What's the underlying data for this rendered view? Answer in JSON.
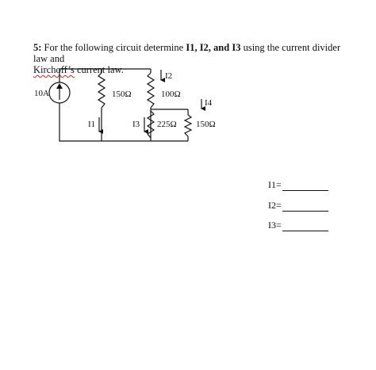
{
  "question": {
    "number": "5:",
    "text_before": " For the following circuit determine ",
    "targets": "I1, I2, and I3",
    "text_middle": " using the current divider law and ",
    "kirchoff_word": "Kirchoff’s",
    "text_after": " current law."
  },
  "circuit": {
    "source_label": "10A",
    "r1_label": "150Ω",
    "r2_label": "100Ω",
    "r3_label": "225Ω",
    "r4_label": "150Ω",
    "i1_label": "I1",
    "i2_label": "I2",
    "i3_label": "I3",
    "i4_label": "I4",
    "wire_color": "#111111"
  },
  "answers": [
    {
      "label": "I1="
    },
    {
      "label": "I2="
    },
    {
      "label": "I3="
    }
  ]
}
